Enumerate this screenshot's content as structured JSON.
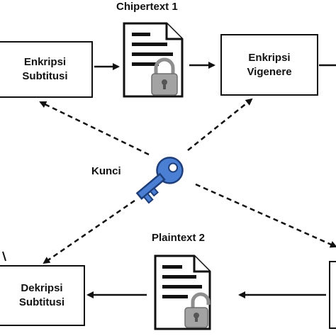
{
  "nodes": {
    "enkripsi_subtitusi": {
      "line1": "Enkripsi",
      "line2": "Subtitusi"
    },
    "enkripsi_vigenere": {
      "line1": "Enkripsi",
      "line2": "Vigenere"
    },
    "dekripsi_subtitusi": {
      "line1": "Dekripsi",
      "line2": "Subtitusi"
    }
  },
  "documents": {
    "chipertext_1": {
      "label": "Chipertext 1",
      "lock_state": "locked"
    },
    "plaintext_2": {
      "label": "Plaintext 2",
      "lock_state": "unlocked"
    }
  },
  "key": {
    "label": "Kunci",
    "icon": "key-icon",
    "color": "#4a7fd4"
  },
  "colors": {
    "stroke": "#111111",
    "lock": "#9a9a9a"
  }
}
